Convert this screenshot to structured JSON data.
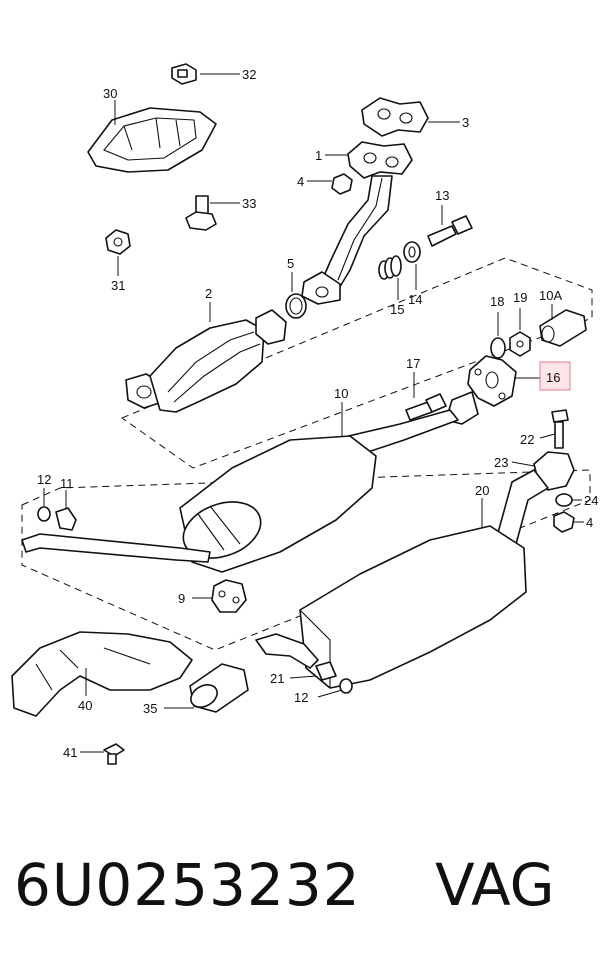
{
  "diagram": {
    "callouts": [
      {
        "id": "l32",
        "text": "32"
      },
      {
        "id": "l30",
        "text": "30"
      },
      {
        "id": "l3",
        "text": "3"
      },
      {
        "id": "l1",
        "text": "1"
      },
      {
        "id": "l4a",
        "text": "4"
      },
      {
        "id": "l33",
        "text": "33"
      },
      {
        "id": "l13",
        "text": "13"
      },
      {
        "id": "l31",
        "text": "31"
      },
      {
        "id": "l5",
        "text": "5"
      },
      {
        "id": "l15",
        "text": "15"
      },
      {
        "id": "l14",
        "text": "14"
      },
      {
        "id": "l2",
        "text": "2"
      },
      {
        "id": "l18",
        "text": "18"
      },
      {
        "id": "l19",
        "text": "19"
      },
      {
        "id": "l10A",
        "text": "10A"
      },
      {
        "id": "l16",
        "text": "16"
      },
      {
        "id": "l17",
        "text": "17"
      },
      {
        "id": "l10",
        "text": "10"
      },
      {
        "id": "l22",
        "text": "22"
      },
      {
        "id": "l23",
        "text": "23"
      },
      {
        "id": "l12a",
        "text": "12"
      },
      {
        "id": "l11",
        "text": "11"
      },
      {
        "id": "l20",
        "text": "20"
      },
      {
        "id": "l24",
        "text": "24"
      },
      {
        "id": "l4b",
        "text": "4"
      },
      {
        "id": "l9",
        "text": "9"
      },
      {
        "id": "l21",
        "text": "21"
      },
      {
        "id": "l12b",
        "text": "12"
      },
      {
        "id": "l40",
        "text": "40"
      },
      {
        "id": "l35",
        "text": "35"
      },
      {
        "id": "l41",
        "text": "41"
      }
    ],
    "highlighted_part": "16",
    "highlight_color": "#fde4e8"
  },
  "footer": {
    "part_number": "6U0253232",
    "brand": "VAG"
  }
}
